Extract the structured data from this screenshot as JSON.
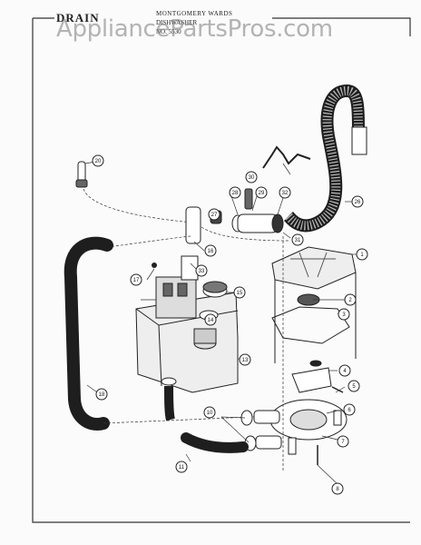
{
  "header": {
    "title": "DRAIN",
    "brand": "MONTGOMERY WARDS",
    "subtitle_line1": "DISHWASHER",
    "subtitle_line2": "NO. 5530"
  },
  "watermark": "AppliancePartsPros.com",
  "callouts": [
    "1",
    "2",
    "3",
    "4",
    "5",
    "6",
    "7",
    "8",
    "10",
    "11",
    "13",
    "14",
    "15",
    "16",
    "17",
    "18",
    "20",
    "26",
    "27",
    "28",
    "29",
    "30",
    "31",
    "32",
    "33"
  ],
  "colors": {
    "ink": "#222222",
    "hose": "#1e1e1e",
    "paper": "#fbfbfb"
  }
}
